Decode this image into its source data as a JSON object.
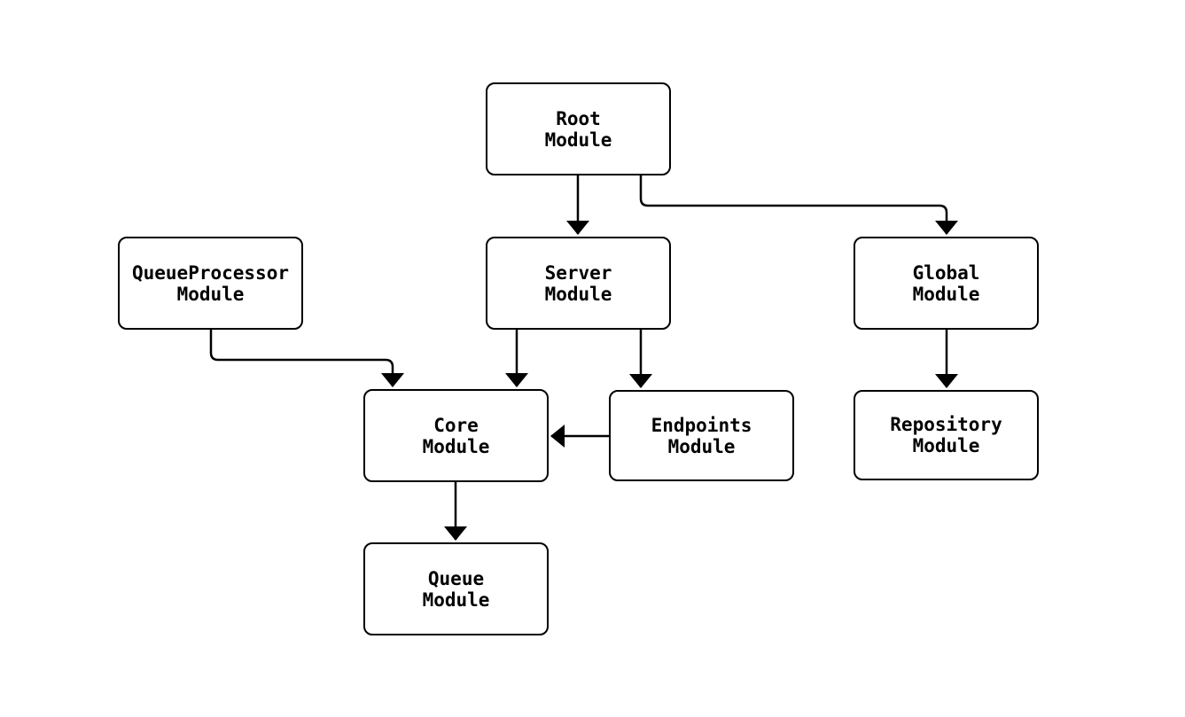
{
  "diagram": {
    "type": "flowchart",
    "background_color": "#ffffff",
    "node_fill_color": "#ffffff",
    "node_border_color": "#000000",
    "edge_color": "#000000",
    "nodes": {
      "root": {
        "line1": "Root",
        "line2": "Module"
      },
      "queueprocessor": {
        "line1": "QueueProcessor",
        "line2": "Module"
      },
      "server": {
        "line1": "Server",
        "line2": "Module"
      },
      "global": {
        "line1": "Global",
        "line2": "Module"
      },
      "core": {
        "line1": "Core",
        "line2": "Module"
      },
      "endpoints": {
        "line1": "Endpoints",
        "line2": "Module"
      },
      "repository": {
        "line1": "Repository",
        "line2": "Module"
      },
      "queue": {
        "line1": "Queue",
        "line2": "Module"
      }
    },
    "edges": [
      {
        "from": "Root Module",
        "to": "Server Module"
      },
      {
        "from": "Root Module",
        "to": "Global Module"
      },
      {
        "from": "QueueProcessor Module",
        "to": "Core Module"
      },
      {
        "from": "Server Module",
        "to": "Core Module"
      },
      {
        "from": "Server Module",
        "to": "Endpoints Module"
      },
      {
        "from": "Endpoints Module",
        "to": "Core Module"
      },
      {
        "from": "Global Module",
        "to": "Repository Module"
      },
      {
        "from": "Core Module",
        "to": "Queue Module"
      }
    ]
  }
}
